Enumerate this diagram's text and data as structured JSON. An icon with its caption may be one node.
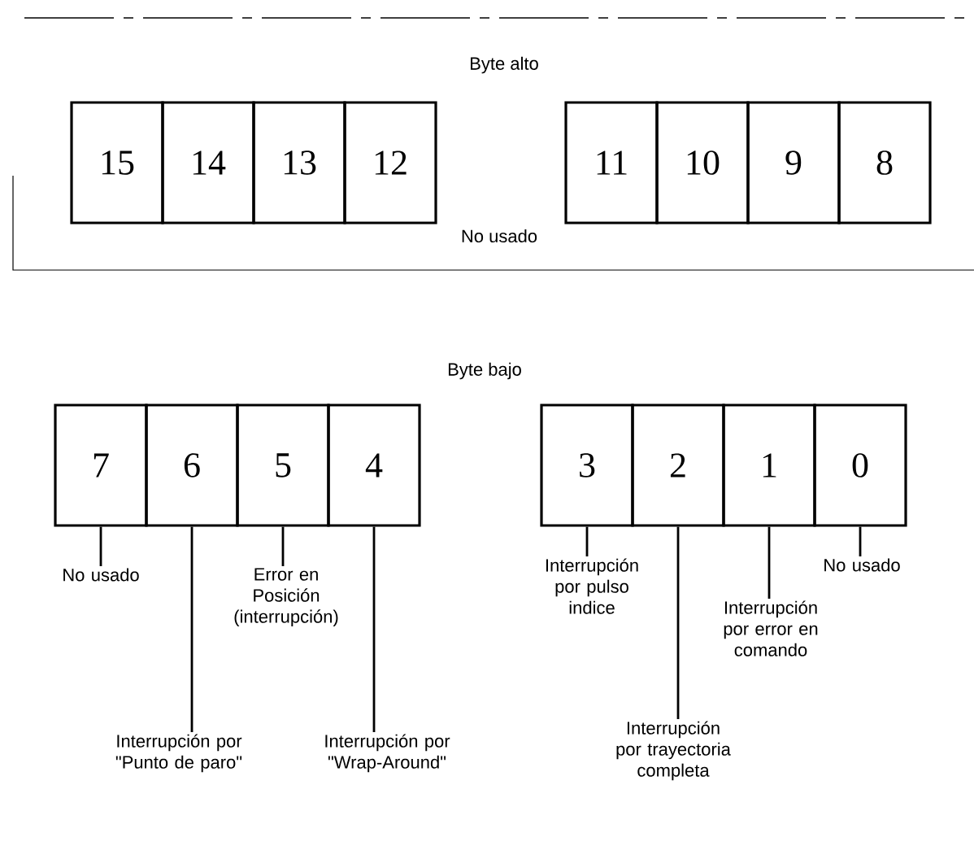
{
  "diagram": {
    "nodes": [
      {
        "text": [
          "15"
        ]
      },
      {
        "text": [
          "14"
        ]
      },
      {
        "text": [
          "13"
        ]
      },
      {
        "text": [
          "12"
        ]
      },
      {
        "text": [
          "11"
        ]
      },
      {
        "text": [
          "10"
        ]
      },
      {
        "text": [
          "9"
        ]
      },
      {
        "text": [
          "8"
        ]
      },
      {
        "text": [
          "7"
        ]
      },
      {
        "text": [
          "6"
        ]
      },
      {
        "text": [
          "5"
        ]
      },
      {
        "text": [
          "4"
        ]
      },
      {
        "text": [
          "3"
        ]
      },
      {
        "text": [
          "2"
        ]
      },
      {
        "text": [
          "1"
        ]
      },
      {
        "text": [
          "0"
        ]
      },
      {
        "text": [
          "No usado"
        ]
      },
      {
        "text": [
          "Error en Posición (interrupción)"
        ]
      },
      {
        "text": [
          "Interrupción por \"Punto de paro\""
        ]
      },
      {
        "text": [
          "Interrupción por \"Wrap-Around\""
        ]
      },
      {
        "text": [
          "Interrupción por pulso indice"
        ]
      },
      {
        "text": [
          "Interrupción por error en comando"
        ]
      },
      {
        "text": [
          "No usado"
        ]
      },
      {
        "text": [
          "Interrupción por trayectoria completa"
        ]
      }
    ],
    "edges": [
      {
        "from": 16,
        "to": 8,
        "arrow": "none"
      },
      {
        "from": 18,
        "to": 9,
        "arrow": "none"
      },
      {
        "from": 17,
        "to": 10,
        "arrow": "none"
      },
      {
        "from": 19,
        "to": 11,
        "arrow": "none"
      },
      {
        "from": 20,
        "to": 12,
        "arrow": "none"
      },
      {
        "from": 23,
        "to": 13,
        "arrow": "none"
      },
      {
        "from": 21,
        "to": 14,
        "arrow": "none"
      },
      {
        "from": 22,
        "to": 15,
        "arrow": "none"
      }
    ],
    "labels": [
      "Byte alto",
      "No usado",
      "Byte bajo"
    ]
  }
}
